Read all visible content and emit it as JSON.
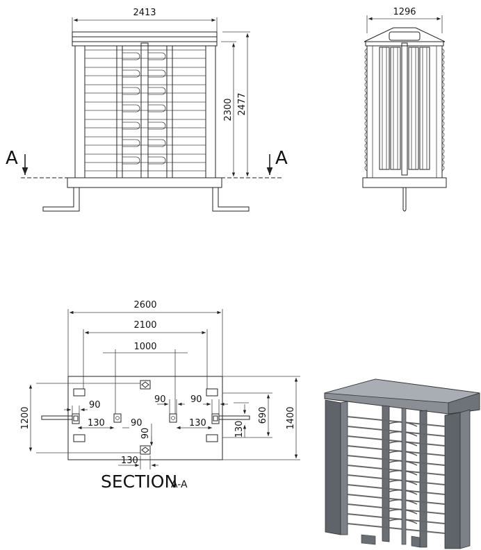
{
  "front_view": {
    "width_dim": "2413",
    "inner_height_dim": "2300",
    "total_height_dim": "2477",
    "section_left_label": "A",
    "section_right_label": "A"
  },
  "side_view": {
    "width_dim": "1296"
  },
  "section_view": {
    "dim_2600": "2600",
    "dim_2100": "2100",
    "dim_1000": "1000",
    "dim_90_left": "90",
    "dim_90_center": "90",
    "dim_90_right": "90",
    "dim_130_left": "130",
    "dim_90_mid": "90",
    "dim_130_right": "130",
    "dim_90_vertical": "90",
    "dim_130_bottom": "130",
    "dim_130_side": "130",
    "dim_1200": "1200",
    "dim_690": "690",
    "dim_1400": "1400",
    "title": "SECTION",
    "title_suffix": "A-A"
  }
}
